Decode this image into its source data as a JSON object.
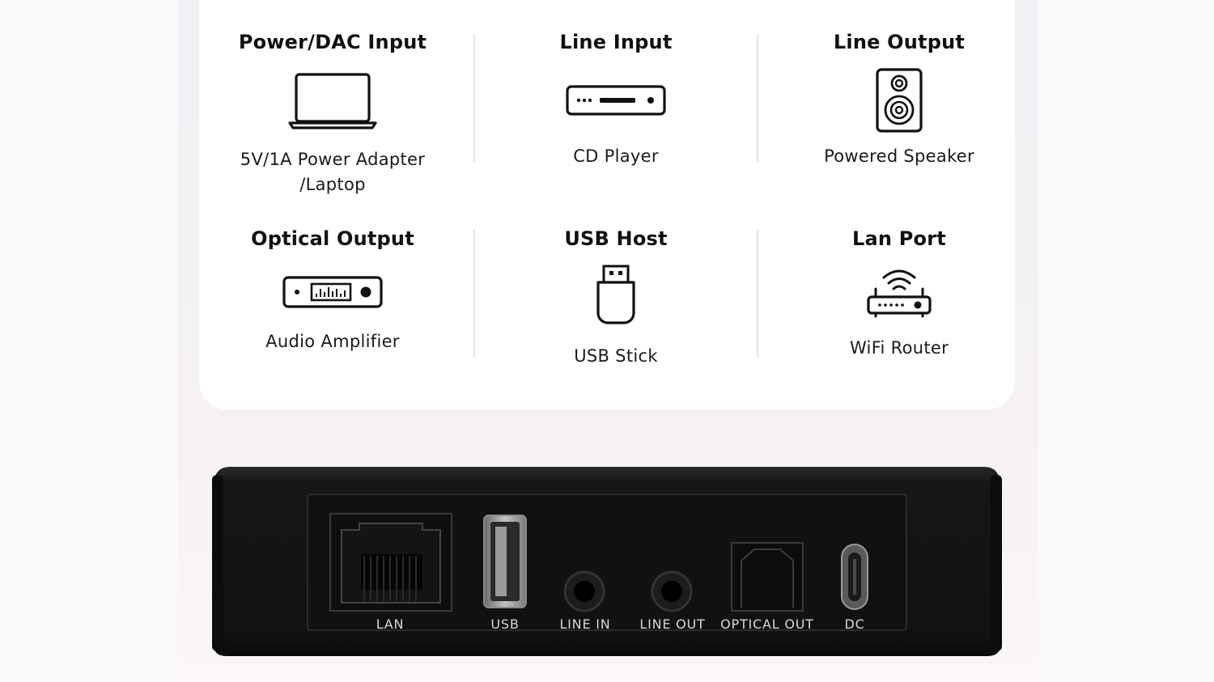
{
  "features": [
    {
      "title": "Power/DAC Input",
      "caption": "5V/1A Power Adapter\n/Laptop",
      "icon": "laptop-icon"
    },
    {
      "title": "Line Input",
      "caption": "CD Player",
      "icon": "cd-player-icon"
    },
    {
      "title": "Line Output",
      "caption": "Powered Speaker",
      "icon": "speaker-icon"
    },
    {
      "title": "Optical Output",
      "caption": "Audio Amplifier",
      "icon": "amplifier-icon"
    },
    {
      "title": "USB Host",
      "caption": "USB Stick",
      "icon": "usb-stick-icon"
    },
    {
      "title": "Lan Port",
      "caption": "WiFi Router",
      "icon": "wifi-router-icon"
    }
  ],
  "ports": [
    "LAN",
    "USB",
    "LINE IN",
    "LINE OUT",
    "OPTICAL OUT",
    "DC"
  ],
  "colors": {
    "card": "#ffffff",
    "text": "#111111",
    "device": "#141414",
    "port_label": "#d8d8d8"
  }
}
